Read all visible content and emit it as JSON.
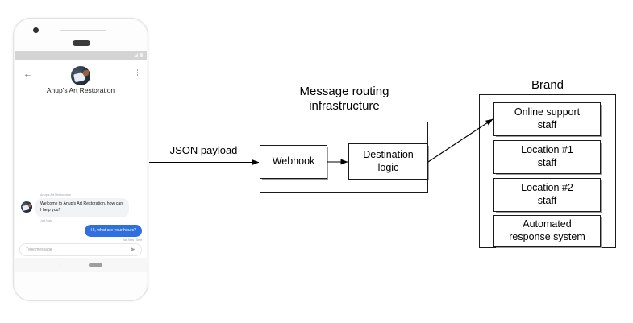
{
  "phone": {
    "status_bar": {
      "signal_icon": "signal-icon",
      "battery_icon": "battery-icon"
    },
    "header": {
      "back_icon": "back-arrow-icon",
      "menu_icon": "kebab-menu-icon",
      "avatar_icon": "brand-avatar",
      "title": "Anup's Art Restoration"
    },
    "conversation": {
      "incoming": {
        "sender": "Anup's Art Restoration",
        "text": "Welcome to Anup's Art Restoration, how can I help you?",
        "timestamp": "Just Now"
      },
      "outgoing": {
        "text": "Hi, what are your hours?",
        "timestamp": "Just Now • Sent"
      }
    },
    "composer": {
      "placeholder": "Type message",
      "send_icon": "send-icon"
    },
    "nav": {
      "back_icon": "nav-back-icon",
      "home_icon": "nav-home-pill"
    }
  },
  "diagram": {
    "edge_label": "JSON payload",
    "routing": {
      "title_line1": "Message routing",
      "title_line2": "infrastructure",
      "webhook": "Webhook",
      "destination_line1": "Destination",
      "destination_line2": "logic"
    },
    "brand": {
      "title": "Brand",
      "items": [
        {
          "line1": "Online support",
          "line2": "staff"
        },
        {
          "line1": "Location #1",
          "line2": "staff"
        },
        {
          "line1": "Location #2",
          "line2": "staff"
        },
        {
          "line1": "Automated",
          "line2": "response system"
        }
      ]
    }
  },
  "colors": {
    "outgoing_bubble": "#2f6fe0",
    "incoming_bubble": "#f1f3f4",
    "stroke": "#1a1a1a",
    "background": "#ffffff"
  }
}
